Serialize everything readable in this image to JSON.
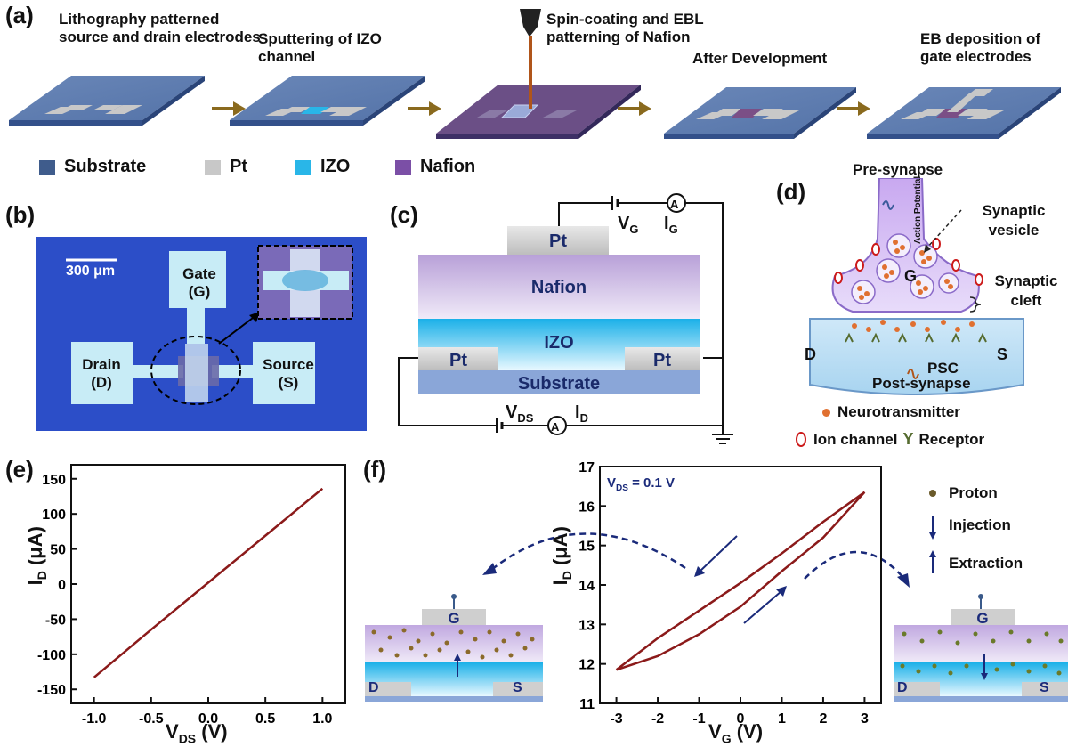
{
  "panel_labels": {
    "a": "(a)",
    "b": "(b)",
    "c": "(c)",
    "d": "(d)",
    "e": "(e)",
    "f": "(f)"
  },
  "panel_a": {
    "steps": [
      "Lithography patterned source and drain electrodes",
      "Sputtering of IZO channel",
      "Spin-coating and EBL patterning of Nafion",
      "After Development",
      "EB deposition of gate electrodes"
    ],
    "legend": [
      {
        "label": "Substrate",
        "color": "#3f5c8c"
      },
      {
        "label": "Pt",
        "color": "#c8c8c8"
      },
      {
        "label": "IZO",
        "color": "#29b6e8"
      },
      {
        "label": "Nafion",
        "color": "#7b4fa6"
      }
    ]
  },
  "panel_b": {
    "scale_bar": "300 μm",
    "gate_label": "Gate",
    "gate_abbr": "(G)",
    "drain_label": "Drain",
    "drain_abbr": "(D)",
    "source_label": "Source",
    "source_abbr": "(S)"
  },
  "panel_c": {
    "gate_pt": "Pt",
    "nafion": "Nafion",
    "izo": "IZO",
    "left_pt": "Pt",
    "right_pt": "Pt",
    "substrate": "Substrate",
    "vg": "V",
    "vg_sub": "G",
    "ig": "I",
    "ig_sub": "G",
    "ammeter": "A",
    "vds": "V",
    "vds_sub": "DS",
    "id": "I",
    "id_sub": "D"
  },
  "panel_d": {
    "pre": "Pre-synapse",
    "action_potential": "Action Potential",
    "synaptic_vesicle": "Synaptic vesicle",
    "g": "G",
    "synaptic_cleft": "Synaptic cleft",
    "d": "D",
    "s": "S",
    "psc": "PSC",
    "post": "Post-synapse",
    "neurotransmitter": "Neurotransmitter",
    "ion_channel": "Ion channel",
    "receptor": "Receptor"
  },
  "panel_e": {
    "xlabel_main": "V",
    "xlabel_sub": "DS",
    "xlabel_unit": " (V)",
    "ylabel_main": "I",
    "ylabel_sub": "D",
    "ylabel_unit": " (μA)",
    "xticks": [
      "-1.0",
      "-0.5",
      "0.0",
      "0.5",
      "1.0"
    ],
    "yticks": [
      "150",
      "100",
      "50",
      "0",
      "-50",
      "-100",
      "-150"
    ]
  },
  "panel_f": {
    "annotation": "V",
    "annotation_sub": "DS",
    "annotation_val": " = 0.1 V",
    "xlabel_main": "V",
    "xlabel_sub": "G",
    "xlabel_unit": " (V)",
    "ylabel_main": "I",
    "ylabel_sub": "D",
    "ylabel_unit": " (μA)",
    "xticks": [
      "-3",
      "-2",
      "-1",
      "0",
      "1",
      "2",
      "3"
    ],
    "yticks": [
      "17",
      "16",
      "15",
      "14",
      "13",
      "12",
      "11"
    ],
    "legend_proton": "Proton",
    "legend_injection": "Injection",
    "legend_extraction": "Extraction",
    "left_g": "G",
    "left_d": "D",
    "left_s": "S",
    "right_g": "G",
    "right_d": "D",
    "right_s": "S"
  },
  "chart_data": [
    {
      "type": "line",
      "x": [
        -1.0,
        -0.5,
        0.0,
        0.5,
        1.0
      ],
      "series": [
        {
          "values": [
            -133,
            -65,
            2,
            69,
            136
          ]
        }
      ],
      "xlim": [
        -1.2,
        1.2
      ],
      "ylim": [
        -170,
        170
      ],
      "xlabel": "VDS (V)",
      "ylabel": "ID (μA)",
      "color": "#8b1a1a"
    },
    {
      "type": "line",
      "x": [
        -3,
        -2,
        -1,
        0,
        1,
        2,
        3,
        2,
        1,
        0,
        -1,
        -2,
        -3
      ],
      "series": [
        {
          "values": [
            11.85,
            12.65,
            13.35,
            14.05,
            14.8,
            15.6,
            16.35,
            15.2,
            14.35,
            13.45,
            12.75,
            12.2,
            11.85
          ]
        }
      ],
      "xlim": [
        -3.4,
        3.4
      ],
      "ylim": [
        11,
        17
      ],
      "xlabel": "VG (V)",
      "ylabel": "ID (μA)",
      "color": "#8b1a1a"
    }
  ]
}
